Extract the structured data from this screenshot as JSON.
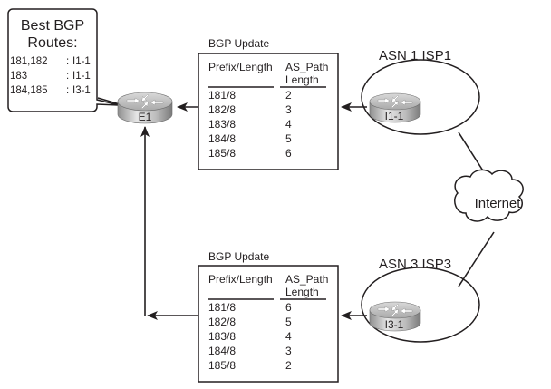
{
  "callout": {
    "title_line1": "Best BGP",
    "title_line2": "Routes:",
    "rows": [
      {
        "prefixes": "181,182",
        "sep": ":",
        "next_hop": "I1-1"
      },
      {
        "prefixes": "183",
        "sep": ":",
        "next_hop": "I1-1"
      },
      {
        "prefixes": "184,185",
        "sep": ":",
        "next_hop": "I3-1"
      }
    ]
  },
  "routers": {
    "e1": "E1",
    "i1": "I1-1",
    "i3": "I3-1"
  },
  "asn": {
    "isp1": "ASN 1 ISP1",
    "isp3": "ASN 3 ISP3"
  },
  "cloud": {
    "label": "Internet"
  },
  "updates": [
    {
      "title": "BGP Update",
      "col1": "Prefix/Length",
      "col2_line1": "AS_Path",
      "col2_line2": "Length",
      "rows": [
        {
          "prefix": "181/8",
          "len": "2"
        },
        {
          "prefix": "182/8",
          "len": "3"
        },
        {
          "prefix": "183/8",
          "len": "4"
        },
        {
          "prefix": "184/8",
          "len": "5"
        },
        {
          "prefix": "185/8",
          "len": "6"
        }
      ]
    },
    {
      "title": "BGP Update",
      "col1": "Prefix/Length",
      "col2_line1": "AS_Path",
      "col2_line2": "Length",
      "rows": [
        {
          "prefix": "181/8",
          "len": "6"
        },
        {
          "prefix": "182/8",
          "len": "5"
        },
        {
          "prefix": "183/8",
          "len": "4"
        },
        {
          "prefix": "184/8",
          "len": "3"
        },
        {
          "prefix": "185/8",
          "len": "2"
        }
      ]
    }
  ]
}
